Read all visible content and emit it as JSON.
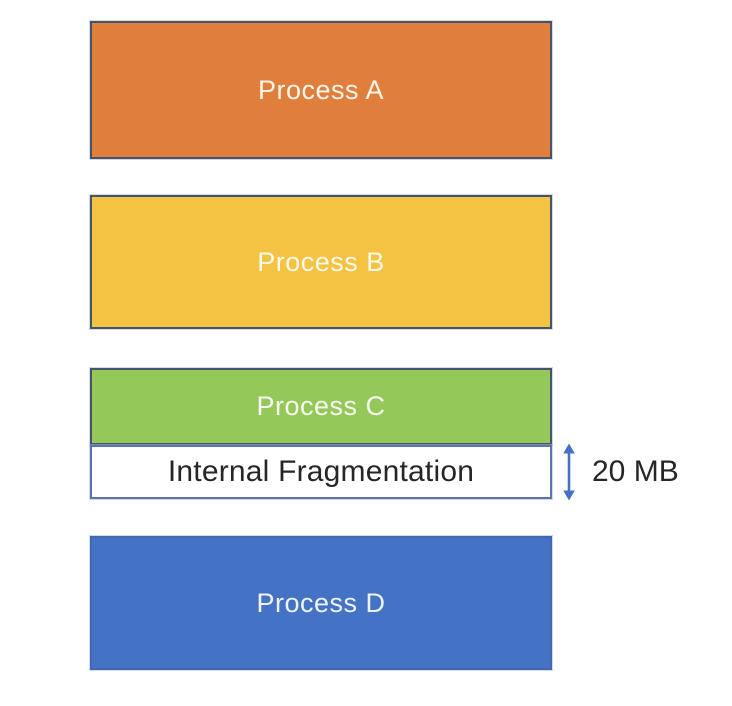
{
  "diagram": {
    "background_color": "#FFFFFF",
    "blocks": [
      {
        "label": "Process A",
        "fill": "#E07E3C",
        "border": "#44546A",
        "text_color": "#FDF6EF"
      },
      {
        "label": "Process B",
        "fill": "#F5C342",
        "border": "#44546A",
        "text_color": "#FDF9EC"
      },
      {
        "label": "Process C",
        "fill": "#94C95A",
        "border": "#44546A",
        "text_color": "#F7FBF1"
      },
      {
        "label": "Process D",
        "fill": "#4472C4",
        "border": "#4467B0",
        "text_color": "#EFF3FB"
      }
    ],
    "fragmentation": {
      "label": "Internal Fragmentation",
      "fill": "#FFFFFF",
      "border": "#5B74AE",
      "text_color": "#262626",
      "size_label": "20 MB",
      "size_label_color": "#262626",
      "arrow_color": "#4472C4"
    }
  }
}
